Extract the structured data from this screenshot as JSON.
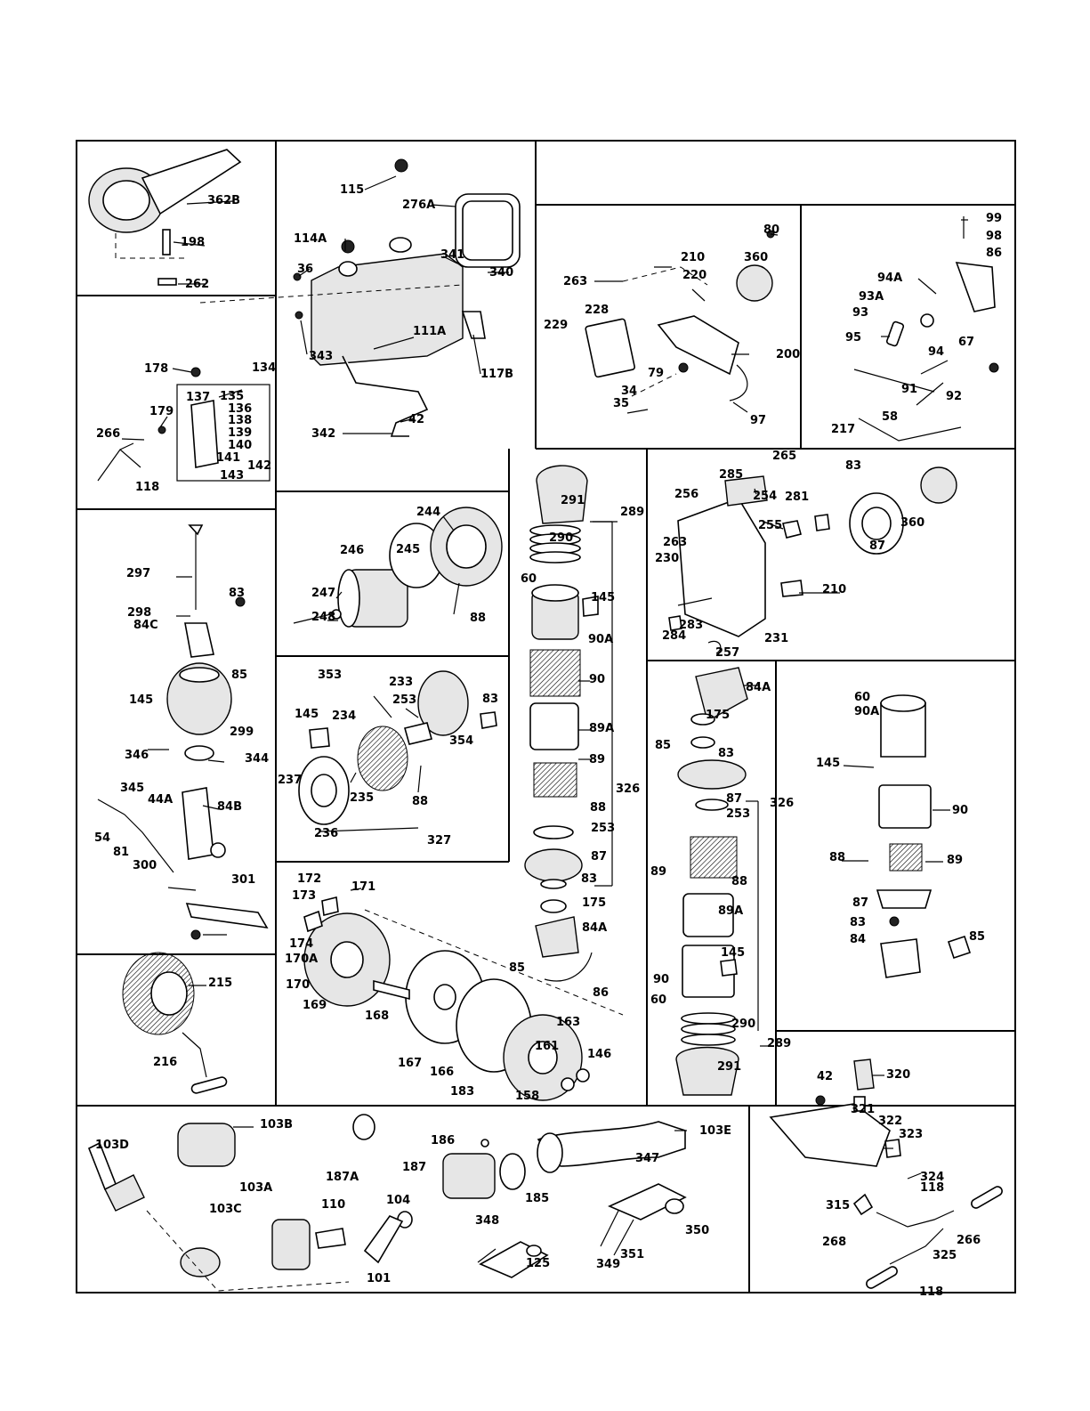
{
  "panels": [
    {
      "id": "starter-crank",
      "callouts": [
        "362B",
        "198",
        "262"
      ]
    },
    {
      "id": "fuel-tank",
      "callouts": [
        "115",
        "276A",
        "114A",
        "341",
        "36",
        "340",
        "343",
        "111A",
        "117B",
        "342",
        "42"
      ]
    },
    {
      "id": "fuel-valve",
      "callouts": [
        "178",
        "134",
        "137",
        "135",
        "136",
        "138",
        "139",
        "140",
        "141",
        "142",
        "143",
        "179",
        "266",
        "118"
      ]
    },
    {
      "id": "governor-bracket",
      "callouts": [
        "80",
        "210",
        "220",
        "360",
        "263",
        "228",
        "229",
        "200",
        "79",
        "34",
        "35",
        "97"
      ]
    },
    {
      "id": "governor-linkage",
      "callouts": [
        "99",
        "98",
        "86",
        "94A",
        "93A",
        "93",
        "95",
        "67",
        "94",
        "91",
        "92",
        "217",
        "58"
      ]
    },
    {
      "id": "oil-bath-air-cleaner",
      "callouts": [
        "297",
        "298",
        "83",
        "84C",
        "85",
        "145",
        "299",
        "346",
        "344",
        "345",
        "44A",
        "84B",
        "54",
        "81",
        "300",
        "301"
      ]
    },
    {
      "id": "air-cleaner-element",
      "callouts": [
        "244",
        "245",
        "246",
        "247",
        "248",
        "88"
      ]
    },
    {
      "id": "dry-air-cleaner",
      "callouts": [
        "353",
        "233",
        "253",
        "83",
        "145",
        "234",
        "354",
        "237",
        "235",
        "236",
        "88",
        "327"
      ]
    },
    {
      "id": "stacked-filter-assembly",
      "callouts": [
        "291",
        "289",
        "290",
        "60",
        "145",
        "90A",
        "90",
        "89A",
        "89",
        "326",
        "88",
        "253",
        "87",
        "83",
        "175",
        "84A",
        "85",
        "86"
      ]
    },
    {
      "id": "carburetor-control",
      "callouts": [
        "285",
        "265",
        "83",
        "256",
        "254",
        "281",
        "263",
        "255",
        "360",
        "87",
        "230",
        "210",
        "283",
        "284",
        "257",
        "231"
      ]
    },
    {
      "id": "stacked-filter-assembly-alt",
      "callouts": [
        "84A",
        "175",
        "85",
        "83",
        "87",
        "326",
        "253",
        "89",
        "88",
        "89A",
        "90",
        "145",
        "60",
        "290",
        "289",
        "291"
      ]
    },
    {
      "id": "canister-filter",
      "callouts": [
        "60",
        "90A",
        "145",
        "90",
        "88",
        "89",
        "87",
        "83",
        "84",
        "85"
      ]
    },
    {
      "id": "rewind-starter",
      "callouts": [
        "172",
        "171",
        "173",
        "174",
        "170A",
        "170",
        "169",
        "168",
        "163",
        "167",
        "161",
        "166",
        "146",
        "183",
        "158"
      ]
    },
    {
      "id": "flywheel-screen",
      "callouts": [
        "215",
        "216"
      ]
    },
    {
      "id": "muffler",
      "callouts": [
        "103B",
        "187A",
        "103D",
        "103A",
        "110",
        "104",
        "103C",
        "101"
      ]
    },
    {
      "id": "exhaust",
      "callouts": [
        "186",
        "103E",
        "187",
        "185",
        "347",
        "348",
        "125",
        "350",
        "349",
        "351"
      ]
    },
    {
      "id": "fuel-line",
      "callouts": [
        "42",
        "320",
        "321",
        "322",
        "323",
        "324",
        "315",
        "118",
        "266",
        "268",
        "325"
      ]
    }
  ]
}
